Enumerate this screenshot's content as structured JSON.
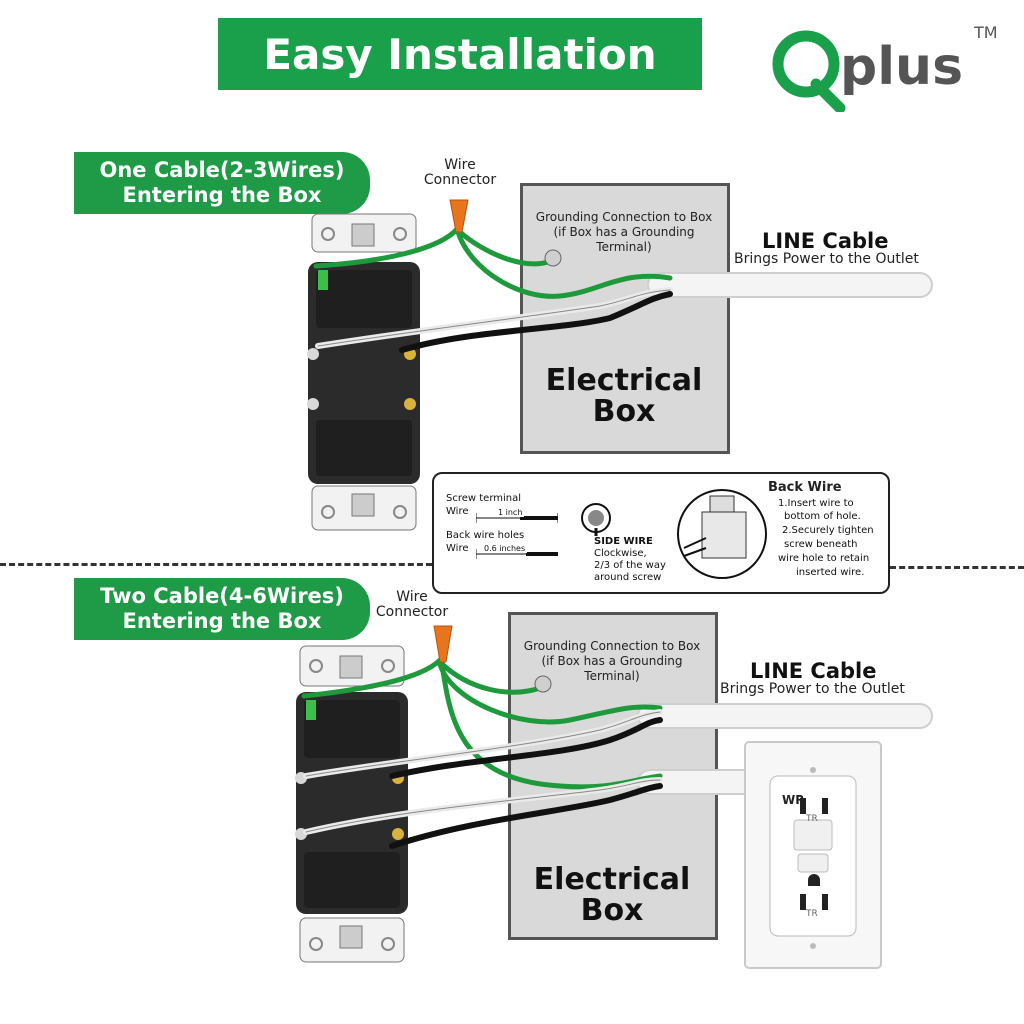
{
  "title": "Easy Installation",
  "brand": {
    "name": "Qplus",
    "trademark": "TM"
  },
  "colors": {
    "banner_green": "#1aa04a",
    "tab_green": "#1f9a47",
    "connector_orange": "#e8741e",
    "box_gray": "#d9d9d9",
    "ground_wire": "#1e9a3c"
  },
  "section_one": {
    "tab_line1": "One Cable(2-3Wires)",
    "tab_line2": "Entering the Box",
    "connector_line1": "Wire",
    "connector_line2": "Connector",
    "ground_line1": "Grounding Connection to Box",
    "ground_line2": "(if Box has a Grounding Terminal)",
    "box_line1": "Electrical",
    "box_line2": "Box",
    "line_cable_title": "LINE Cable",
    "line_cable_sub": "Brings Power to the Outlet"
  },
  "section_two": {
    "tab_line1": "Two Cable(4-6Wires)",
    "tab_line2": "Entering the Box",
    "connector_line1": "Wire",
    "connector_line2": "Connector",
    "ground_line1": "Grounding Connection to Box",
    "ground_line2": "(if Box has a Grounding Terminal)",
    "box_line1": "Electrical",
    "box_line2": "Box",
    "line_cable_title": "LINE Cable",
    "line_cable_sub": "Brings Power to the Outlet"
  },
  "info_panel": {
    "screw_terminal": "Screw terminal",
    "wire_a": "Wire",
    "one_inch": "1 inch",
    "back_wire_holes": "Back wire holes",
    "wire_b": "Wire",
    "point_six": "0.6 inches",
    "side_wire_title": "SIDE WIRE",
    "side_wire_line1": "Clockwise,",
    "side_wire_line2": "2/3 of the way",
    "side_wire_line3": "around screw",
    "back_wire_title": "Back Wire",
    "back_wire_steps": [
      "1.Insert wire to",
      "bottom of hole.",
      "2.Securely tighten",
      "screw beneath",
      "wire hole to retain",
      "inserted wire."
    ]
  },
  "outlet_labels": {
    "wr": "WR",
    "tr_top": "TR",
    "tr_bottom": "TR"
  }
}
